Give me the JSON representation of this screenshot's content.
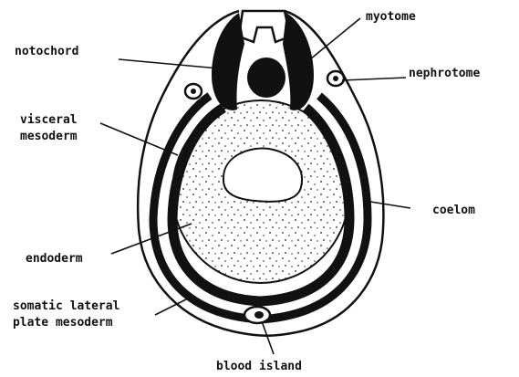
{
  "labels": {
    "myotome": "myotome",
    "notochord": "notochord",
    "nephrotome": "nephrotome",
    "visceral_line1": "visceral",
    "visceral_line2": "mesoderm",
    "coelom": "coelom",
    "endoderm": "endoderm",
    "somatic_line1": "somatic lateral",
    "somatic_line2": "plate mesoderm",
    "blood_island": "blood island"
  },
  "colors": {
    "ink": "#111111",
    "paper": "#ffffff",
    "stipple": "#222222"
  }
}
